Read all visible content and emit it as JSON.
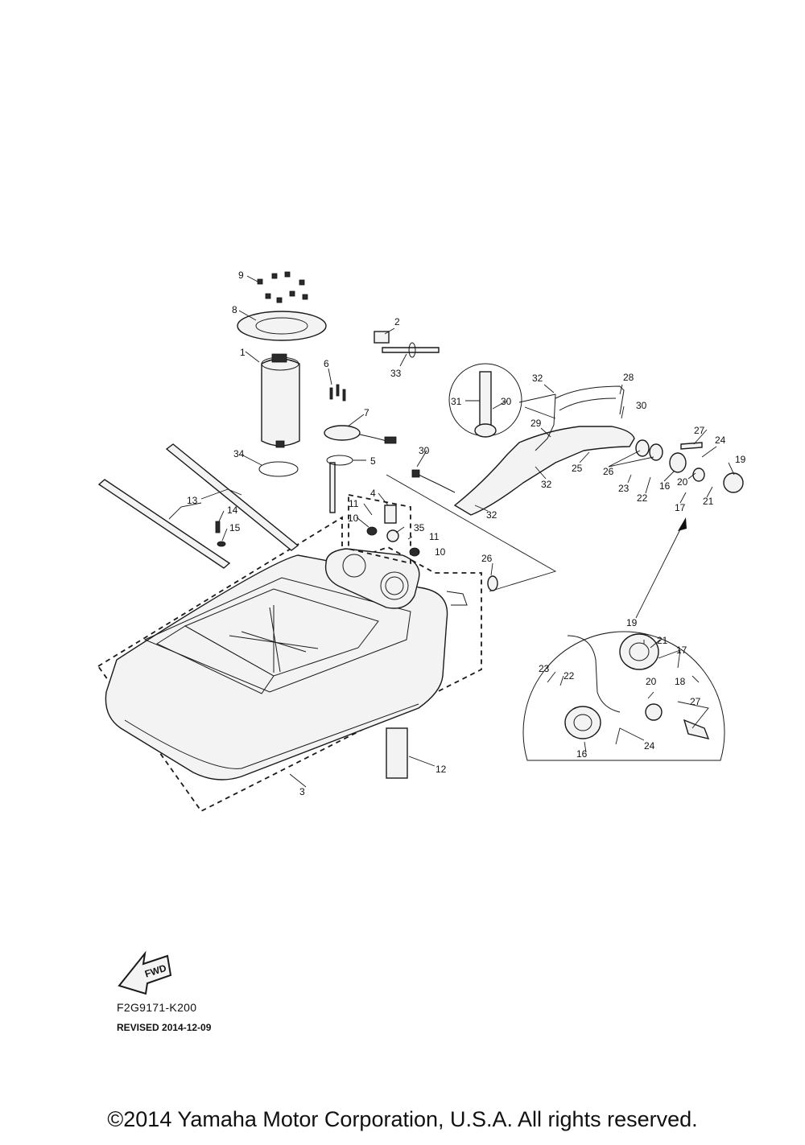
{
  "diagram": {
    "callouts": {
      "c1": "1",
      "c2": "2",
      "c3": "3",
      "c4": "4",
      "c5": "5",
      "c6": "6",
      "c7": "7",
      "c8": "8",
      "c9": "9",
      "c10a": "10",
      "c10b": "10",
      "c11a": "11",
      "c11b": "11",
      "c12": "12",
      "c13": "13",
      "c14": "14",
      "c15": "15",
      "c16a": "16",
      "c16b": "16",
      "c17a": "17",
      "c17b": "17",
      "c18": "18",
      "c19a": "19",
      "c19b": "19",
      "c20a": "20",
      "c20b": "20",
      "c21a": "21",
      "c21b": "21",
      "c22a": "22",
      "c22b": "22",
      "c23a": "23",
      "c23b": "23",
      "c24a": "24",
      "c24b": "24",
      "c25": "25",
      "c26a": "26",
      "c26b": "26",
      "c27a": "27",
      "c27b": "27",
      "c28": "28",
      "c29": "29",
      "c30a": "30",
      "c30b": "30",
      "c30c": "30",
      "c31": "31",
      "c32a": "32",
      "c32b": "32",
      "c32c": "32",
      "c33": "33",
      "c34": "34",
      "c35": "35"
    },
    "fwd_label": "FWD",
    "part_code": "F2G9171-K200",
    "revised": "REVISED 2014-12-09",
    "copyright": "©2014 Yamaha Motor Corporation, U.S.A. All rights reserved."
  }
}
